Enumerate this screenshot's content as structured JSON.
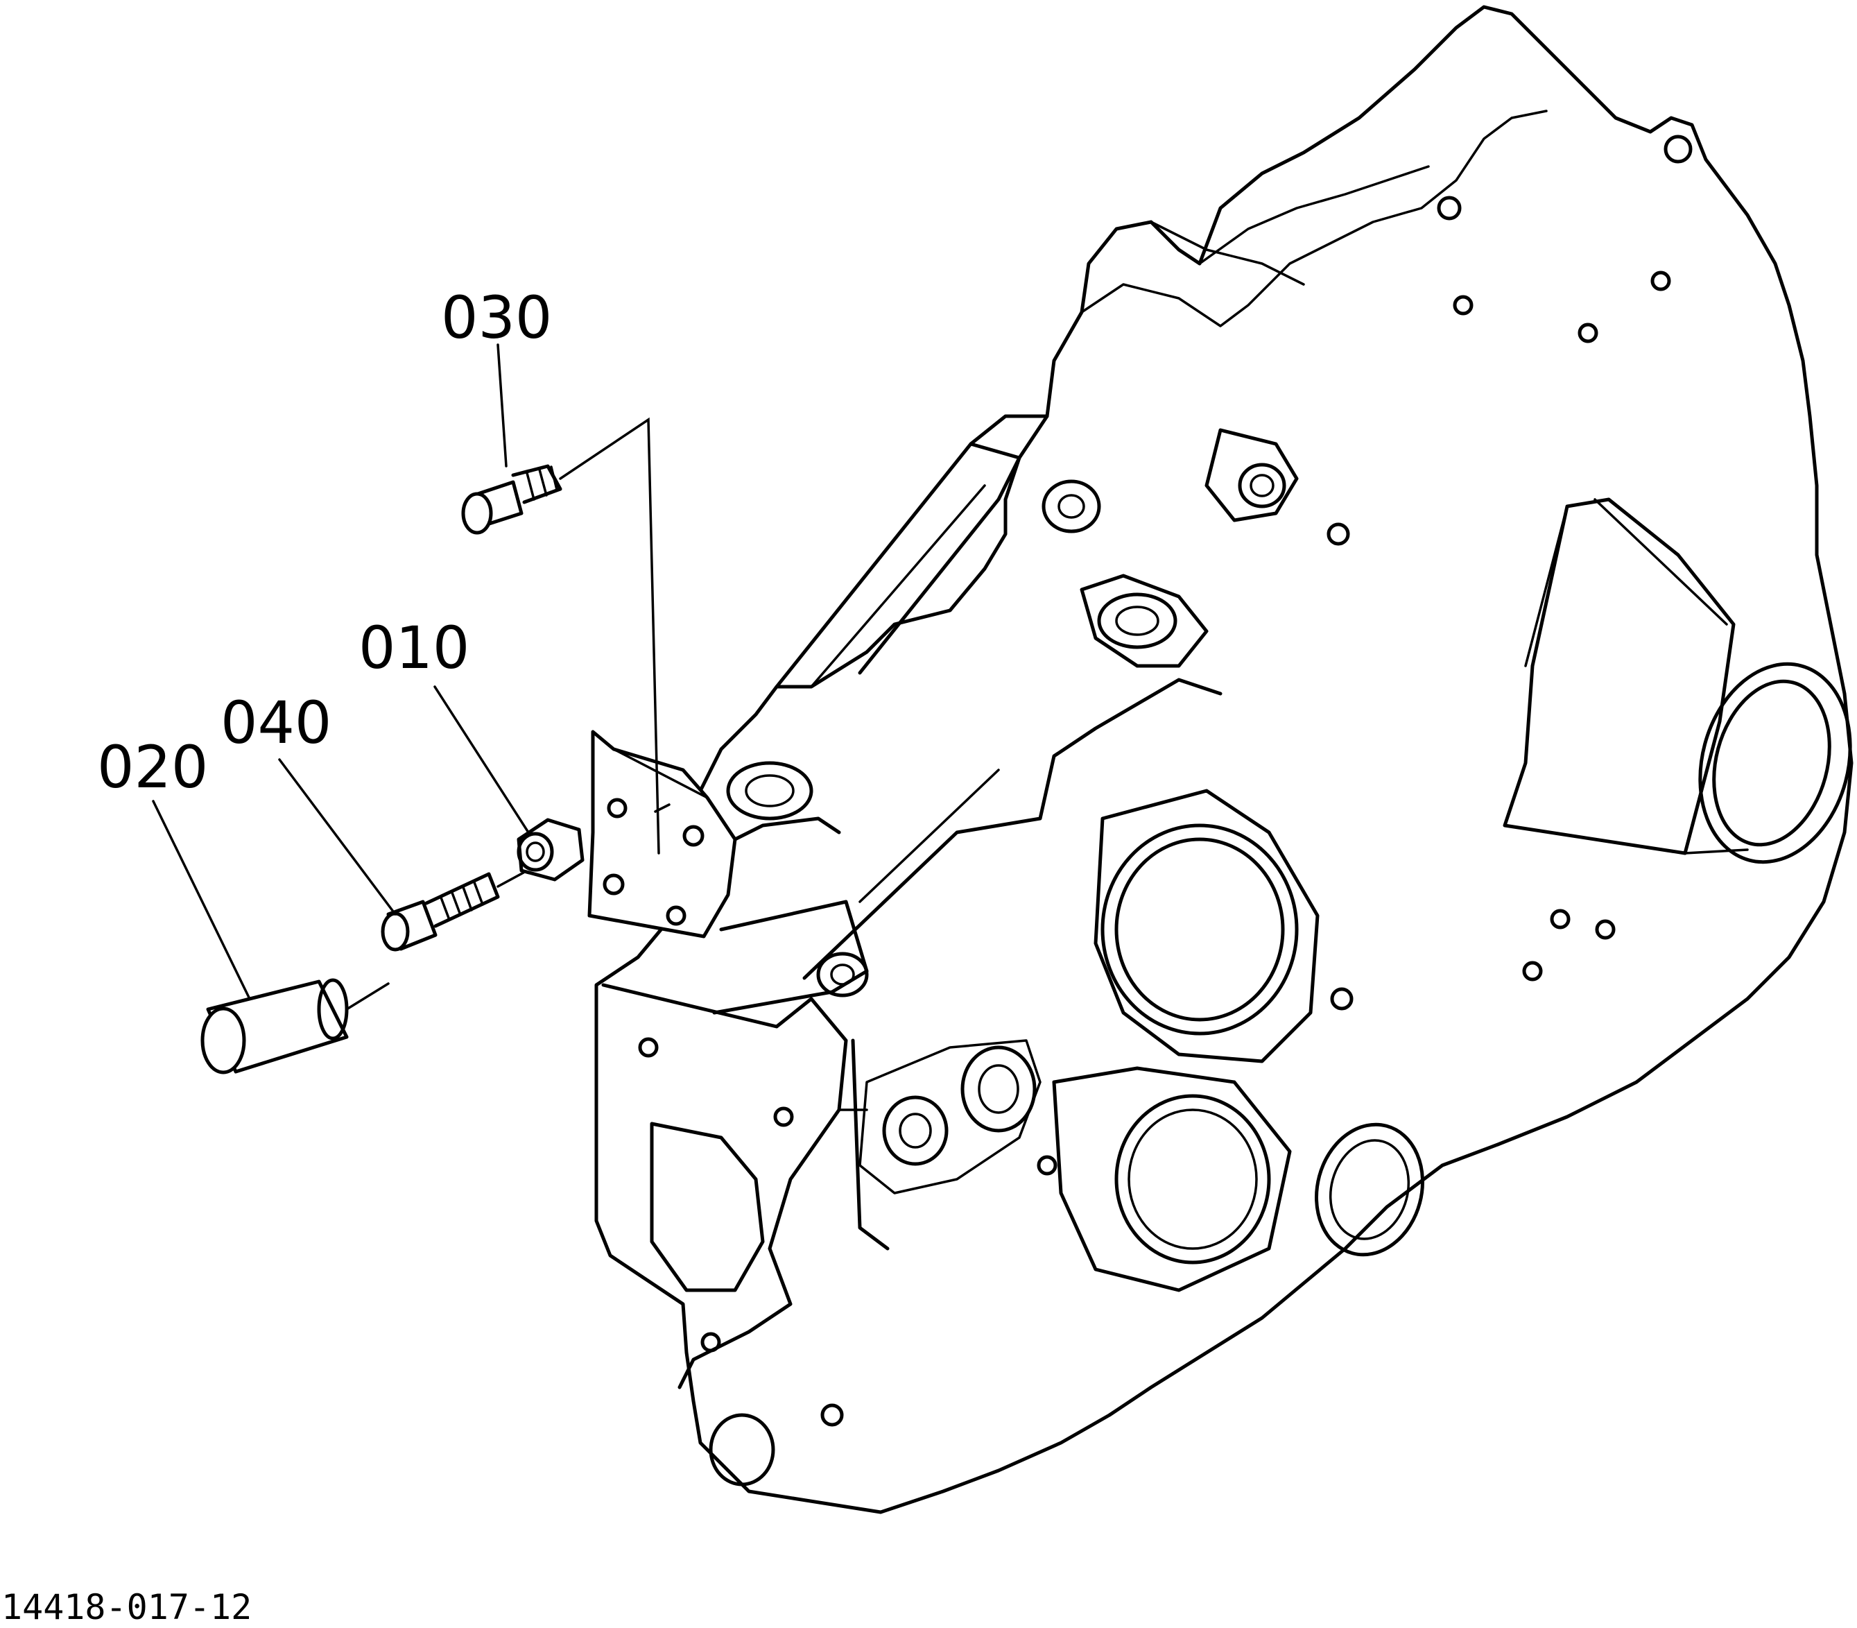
{
  "diagram": {
    "figure_number": "14418-017-12",
    "callouts": [
      {
        "id": "c030",
        "label": "030",
        "part": "bolt-small"
      },
      {
        "id": "c010",
        "label": "010",
        "part": "nut"
      },
      {
        "id": "c040",
        "label": "040",
        "part": "bolt-long"
      },
      {
        "id": "c020",
        "label": "020",
        "part": "cap"
      }
    ]
  }
}
